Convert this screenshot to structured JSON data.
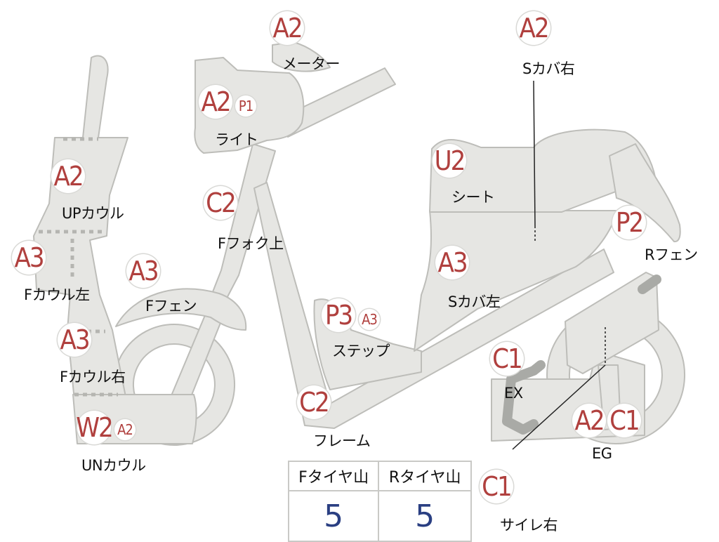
{
  "badge_color": "#b0403e",
  "part_fill": "#e6e6e3",
  "part_stroke": "#bdbdb9",
  "parts": {
    "meter": {
      "grade": "A2",
      "label": "メーター"
    },
    "side_cover_r": {
      "grade": "A2",
      "label": "Sカバ右"
    },
    "light": {
      "grade": "A2",
      "grade2": "P1",
      "label": "ライト"
    },
    "up_cowl": {
      "grade": "A2",
      "label": "UPカウル"
    },
    "seat": {
      "grade": "U2",
      "label": "シート"
    },
    "f_fork_upper": {
      "grade": "C2",
      "label": "Fフォク上"
    },
    "r_fender": {
      "grade": "P2",
      "label": "Rフェン"
    },
    "f_cowl_left": {
      "grade": "A3",
      "label": "Fカウル左"
    },
    "f_fender": {
      "grade": "A3",
      "label": "Fフェン"
    },
    "side_cover_l": {
      "grade": "A3",
      "label": "Sカバ左"
    },
    "step": {
      "grade": "P3",
      "grade2": "A3",
      "label": "ステップ"
    },
    "f_cowl_right": {
      "grade": "A3",
      "label": "Fカウル右"
    },
    "exhaust": {
      "grade": "C1",
      "label": "EX"
    },
    "frame": {
      "grade": "C2",
      "label": "フレーム"
    },
    "under_cowl": {
      "grade": "W2",
      "grade2": "A2",
      "label": "UNカウル"
    },
    "engine": {
      "grade": "A2",
      "grade2": "C1",
      "label": "EG"
    },
    "silencer_r": {
      "grade": "C1",
      "label": "サイレ右"
    }
  },
  "tire_table": {
    "front_header": "Fタイヤ山",
    "rear_header": "Rタイヤ山",
    "front_value": "5",
    "rear_value": "5"
  }
}
